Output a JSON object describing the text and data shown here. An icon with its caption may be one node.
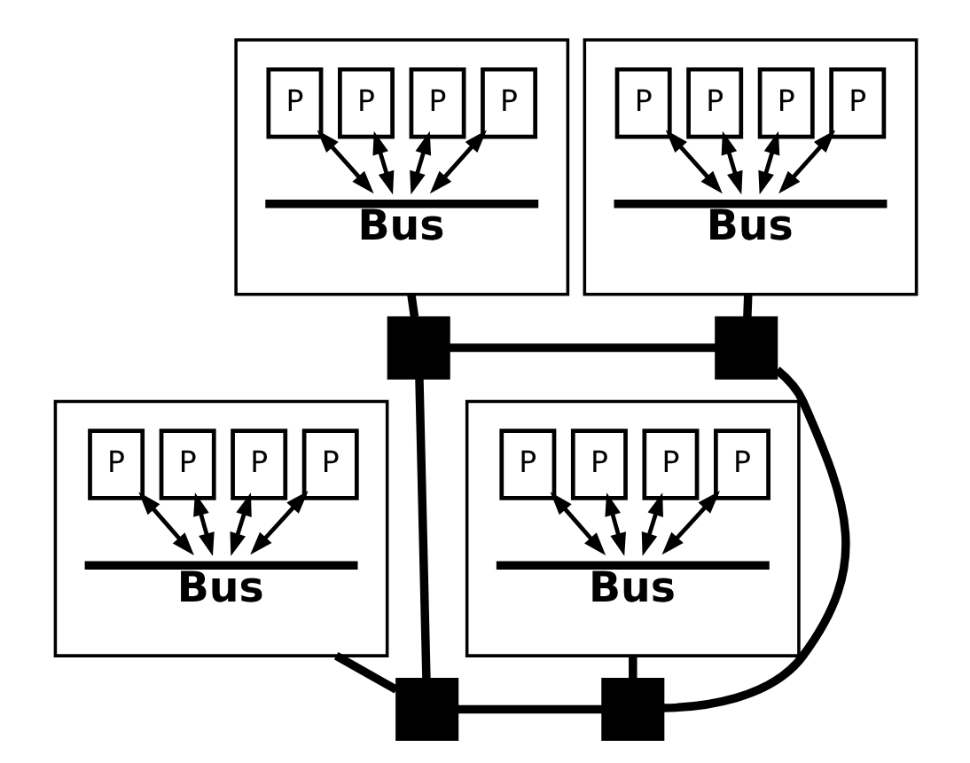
{
  "diagram": {
    "nodes": [
      {
        "text": [],
        "shape": "box"
      },
      {
        "text": [
          "P"
        ],
        "in": 0
      },
      {
        "text": [
          "P"
        ],
        "in": 0
      },
      {
        "text": [
          "P"
        ],
        "in": 0
      },
      {
        "text": [
          "P"
        ],
        "in": 0
      },
      {
        "text": [
          "Bus"
        ],
        "in": 0
      },
      {
        "text": [],
        "shape": "box"
      },
      {
        "text": [
          "P"
        ],
        "in": 6
      },
      {
        "text": [
          "P"
        ],
        "in": 6
      },
      {
        "text": [
          "P"
        ],
        "in": 6
      },
      {
        "text": [
          "P"
        ],
        "in": 6
      },
      {
        "text": [
          "Bus"
        ],
        "in": 6
      },
      {
        "text": [],
        "shape": "box"
      },
      {
        "text": [],
        "shape": "box"
      },
      {
        "text": [],
        "shape": "box"
      },
      {
        "text": [
          "P"
        ],
        "in": 14
      },
      {
        "text": [
          "P"
        ],
        "in": 14
      },
      {
        "text": [
          "P"
        ],
        "in": 14
      },
      {
        "text": [
          "P"
        ],
        "in": 14
      },
      {
        "text": [
          "Bus"
        ],
        "in": 14
      },
      {
        "text": [],
        "shape": "box"
      },
      {
        "text": [
          "P"
        ],
        "in": 20
      },
      {
        "text": [
          "P"
        ],
        "in": 20
      },
      {
        "text": [
          "P"
        ],
        "in": 20
      },
      {
        "text": [
          "P"
        ],
        "in": 20
      },
      {
        "text": [
          "Bus"
        ],
        "in": 20
      },
      {
        "text": [],
        "shape": "box"
      },
      {
        "text": [],
        "shape": "box"
      }
    ],
    "edges": [
      {
        "from": 1,
        "to": 5,
        "arrow": "both"
      },
      {
        "from": 2,
        "to": 5,
        "arrow": "both"
      },
      {
        "from": 3,
        "to": 5,
        "arrow": "both"
      },
      {
        "from": 4,
        "to": 5,
        "arrow": "both"
      },
      {
        "from": 7,
        "to": 11,
        "arrow": "both"
      },
      {
        "from": 8,
        "to": 11,
        "arrow": "both"
      },
      {
        "from": 9,
        "to": 11,
        "arrow": "both"
      },
      {
        "from": 10,
        "to": 11,
        "arrow": "both"
      },
      {
        "from": 15,
        "to": 19,
        "arrow": "both"
      },
      {
        "from": 16,
        "to": 19,
        "arrow": "both"
      },
      {
        "from": 17,
        "to": 19,
        "arrow": "both"
      },
      {
        "from": 18,
        "to": 19,
        "arrow": "both"
      },
      {
        "from": 21,
        "to": 25,
        "arrow": "both"
      },
      {
        "from": 22,
        "to": 25,
        "arrow": "both"
      },
      {
        "from": 23,
        "to": 25,
        "arrow": "both"
      },
      {
        "from": 24,
        "to": 25,
        "arrow": "both"
      },
      {
        "from": 0,
        "to": 12,
        "arrow": "none",
        "style": "thick"
      },
      {
        "from": 6,
        "to": 13,
        "arrow": "none",
        "style": "thick"
      },
      {
        "from": 12,
        "to": 13,
        "arrow": "none",
        "style": "thick"
      },
      {
        "from": 12,
        "to": 26,
        "arrow": "none",
        "style": "thick"
      },
      {
        "from": 13,
        "to": 27,
        "arrow": "none",
        "style": "thick"
      },
      {
        "from": 14,
        "to": 26,
        "arrow": "none",
        "style": "thick"
      },
      {
        "from": 20,
        "to": 27,
        "arrow": "none",
        "style": "thick"
      },
      {
        "from": 26,
        "to": 27,
        "arrow": "none",
        "style": "thick"
      }
    ]
  }
}
